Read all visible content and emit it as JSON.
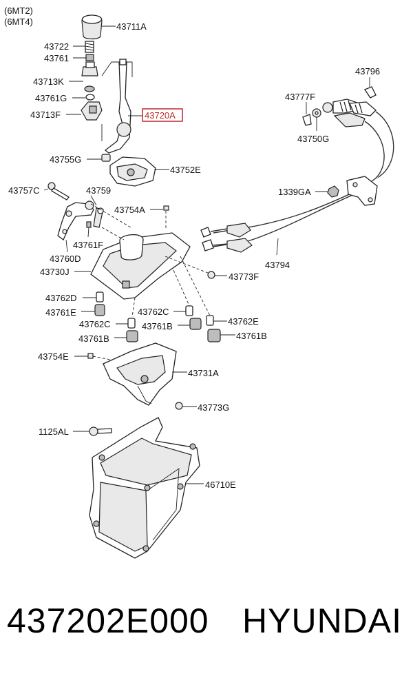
{
  "header": {
    "variant_1": "(6MT2)",
    "variant_2": "(6MT4)"
  },
  "highlight_color": "#c0272d",
  "labels": {
    "l_43711A": "43711A",
    "l_43722": "43722",
    "l_43761": "43761",
    "l_43713K": "43713K",
    "l_43761G": "43761G",
    "l_43713F": "43713F",
    "l_43720A": "43720A",
    "l_43755G": "43755G",
    "l_43752E": "43752E",
    "l_43757C": "43757C",
    "l_43759": "43759",
    "l_43754A": "43754A",
    "l_43761F": "43761F",
    "l_43760D": "43760D",
    "l_43730J": "43730J",
    "l_43773F": "43773F",
    "l_43762D": "43762D",
    "l_43761E": "43761E",
    "l_43762C_a": "43762C",
    "l_43761B_a": "43761B",
    "l_43762C_b": "43762C",
    "l_43761B_b": "43761B",
    "l_43762E": "43762E",
    "l_43761B_c": "43761B",
    "l_43754E": "43754E",
    "l_43731A": "43731A",
    "l_43773G": "43773G",
    "l_1125AL": "1125AL",
    "l_46710E": "46710E",
    "l_43796": "43796",
    "l_43777F": "43777F",
    "l_43750G": "43750G",
    "l_1339GA": "1339GA",
    "l_43794": "43794"
  },
  "footer": {
    "part_number": "437202E000",
    "brand": "HYUNDAI"
  }
}
